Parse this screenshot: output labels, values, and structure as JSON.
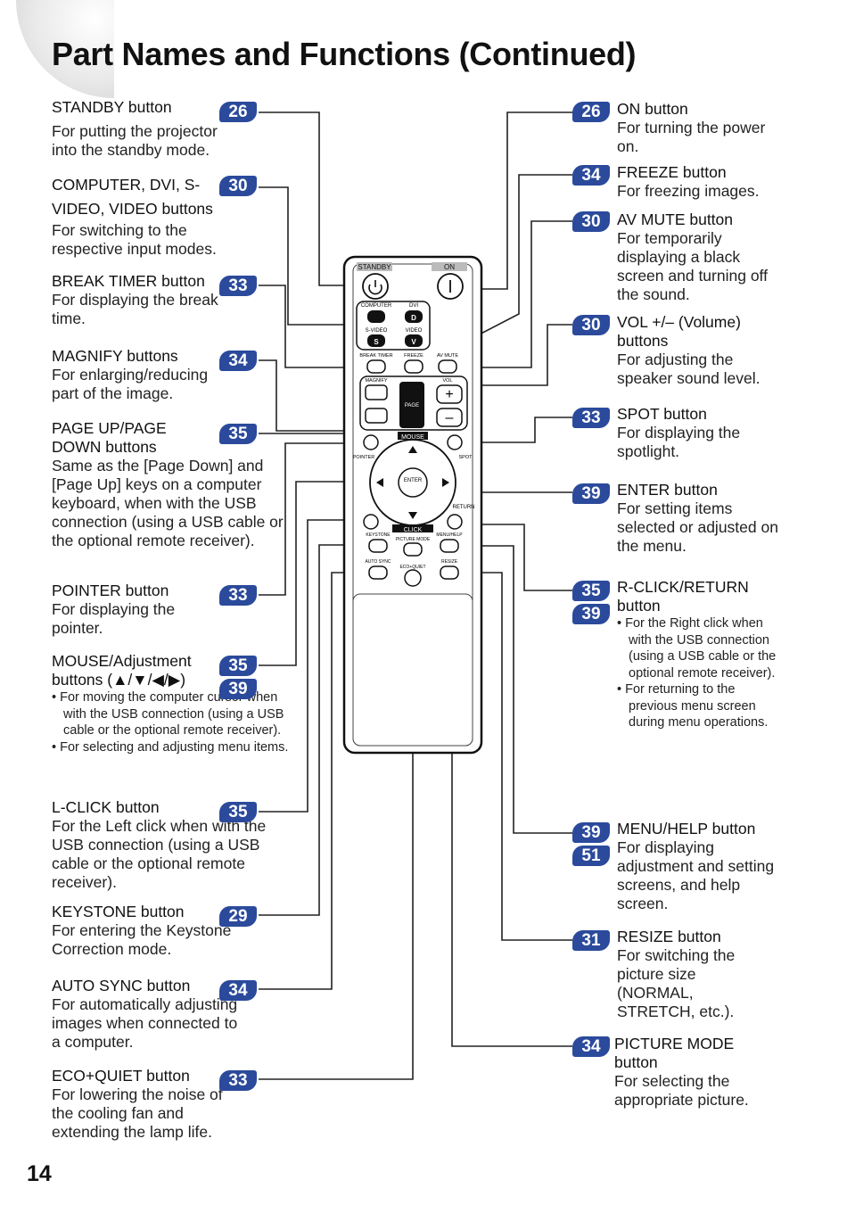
{
  "page": {
    "title": "Part Names and Functions (Continued)",
    "number": "14"
  },
  "left_items": [
    {
      "name": "STANDBY button",
      "desc": "For putting the projector into the standby mode.",
      "refs": [
        "26"
      ]
    },
    {
      "name": "COMPUTER, DVI, S-VIDEO, VIDEO buttons",
      "desc": "For switching to the respective input modes.",
      "refs": [
        "30"
      ]
    },
    {
      "name": "BREAK TIMER button",
      "desc": "For displaying the break time.",
      "refs": [
        "33"
      ]
    },
    {
      "name": "MAGNIFY buttons",
      "desc": "For enlarging/reducing part of the image.",
      "refs": [
        "34"
      ]
    },
    {
      "name": "PAGE UP/PAGE DOWN buttons",
      "desc": "Same as the [Page Down] and [Page Up] keys on a computer keyboard, when with the USB connection (using a USB cable or the optional remote receiver).",
      "refs": [
        "35"
      ]
    },
    {
      "name": "POINTER button",
      "desc": "For displaying the pointer.",
      "refs": [
        "33"
      ]
    },
    {
      "name": "MOUSE/Adjustment buttons (▲/▼/◀/▶)",
      "bullets": [
        "For moving the computer cursor when with the USB connection (using a USB cable or the optional remote receiver).",
        "For selecting and adjusting menu items."
      ],
      "refs": [
        "35",
        "39"
      ]
    },
    {
      "name": "L-CLICK button",
      "desc": "For the Left click when with the USB connection (using a USB cable or the optional remote receiver).",
      "refs": [
        "35"
      ]
    },
    {
      "name": "KEYSTONE button",
      "desc": "For entering the Keystone Correction mode.",
      "refs": [
        "29"
      ]
    },
    {
      "name": "AUTO SYNC button",
      "desc": "For automatically adjusting images when connected to a computer.",
      "refs": [
        "34"
      ]
    },
    {
      "name": "ECO+QUIET button",
      "desc": "For lowering the noise of the cooling fan and extending the lamp life.",
      "refs": [
        "33"
      ]
    }
  ],
  "right_items": [
    {
      "name": "ON button",
      "desc": "For turning the power on.",
      "refs": [
        "26"
      ]
    },
    {
      "name": "FREEZE button",
      "desc": "For freezing images.",
      "refs": [
        "34"
      ]
    },
    {
      "name": "AV MUTE button",
      "desc": "For temporarily displaying a black screen and turning off the sound.",
      "refs": [
        "30"
      ]
    },
    {
      "name": "VOL +/– (Volume) buttons",
      "desc": "For adjusting the speaker sound level.",
      "refs": [
        "30"
      ]
    },
    {
      "name": "SPOT button",
      "desc": "For displaying the spotlight.",
      "refs": [
        "33"
      ]
    },
    {
      "name": "ENTER button",
      "desc": "For setting items selected or adjusted on the menu.",
      "refs": [
        "39"
      ]
    },
    {
      "name": "R-CLICK/RETURN button",
      "bullets": [
        "For the Right click when with the USB connection (using a USB cable or the optional remote receiver).",
        "For returning to the previous menu screen during menu operations."
      ],
      "refs": [
        "35",
        "39"
      ]
    },
    {
      "name": "MENU/HELP button",
      "desc": "For displaying adjustment and setting screens, and help screen.",
      "refs": [
        "39",
        "51"
      ]
    },
    {
      "name": "RESIZE button",
      "desc": "For switching the picture size (NORMAL, STRETCH, etc.).",
      "refs": [
        "31"
      ]
    },
    {
      "name": "PICTURE MODE button",
      "desc": "For selecting the appropriate picture.",
      "refs": [
        "34"
      ]
    }
  ],
  "remote_labels": {
    "standby": "STANDBY",
    "on": "ON",
    "computer": "COMPUTER",
    "dvi": "DVI",
    "svideo": "S-VIDEO",
    "video": "VIDEO",
    "break_timer": "BREAK TIMER",
    "freeze": "FREEZE",
    "av_mute": "AV MUTE",
    "magnify": "MAGNIFY",
    "page": "PAGE",
    "vol": "VOL",
    "mouse": "MOUSE",
    "pointer": "POINTER",
    "spot": "SPOT",
    "enter": "ENTER",
    "return": "RETURN",
    "click": "CLICK",
    "keystone": "KEYSTONE",
    "picture_mode": "PICTURE MODE",
    "menu_help": "MENU/HELP",
    "auto_sync": "AUTO SYNC",
    "eco_quiet": "ECO+QUIET",
    "resize": "RESIZE",
    "key_d": "D",
    "key_s": "S",
    "key_v": "V"
  }
}
